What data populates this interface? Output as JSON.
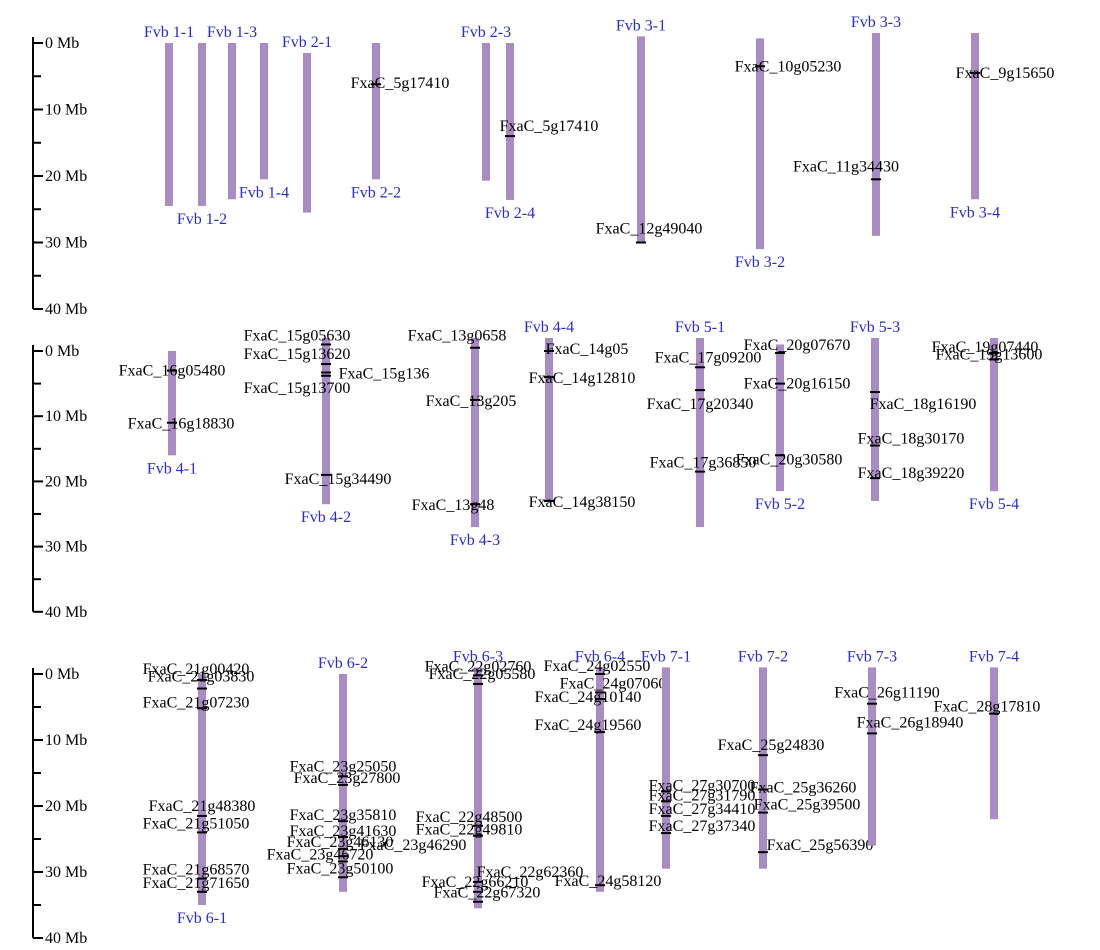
{
  "colors": {
    "chromosome": "#a98cc4",
    "chrom_label": "#2b2bd4",
    "gene_label": "#000000"
  },
  "axis_ticks": [
    "0 Mb",
    "10 Mb",
    "20 Mb",
    "30 Mb",
    "40 Mb"
  ],
  "axis_tick_values": [
    0,
    10,
    20,
    30,
    40
  ],
  "panels": [
    {
      "chromosomes": [
        {
          "name": "Fvb 1-1",
          "label_pos": "top",
          "start": 0,
          "end": 24.5,
          "genes": []
        },
        {
          "name": "Fvb 1-2",
          "label_pos": "bottom",
          "start": 0,
          "end": 24.5,
          "genes": []
        },
        {
          "name": "Fvb 1-3",
          "label_pos": "top",
          "start": 0,
          "end": 23.5,
          "genes": []
        },
        {
          "name": "Fvb 1-4",
          "label_pos": "bottom",
          "start": 0,
          "end": 20.5,
          "genes": []
        },
        {
          "name": "Fvb 2-1",
          "label_pos": "top",
          "start": 1.5,
          "end": 25.5,
          "genes": []
        },
        {
          "name": "Fvb 2-2",
          "label_pos": "bottom",
          "start": 0,
          "end": 20.5,
          "genes": [
            {
              "name": "FxaC_5g17410",
              "pos": 6.2
            }
          ]
        },
        {
          "name": "Fvb 2-3",
          "label_pos": "top",
          "start": 0,
          "end": 20.7,
          "genes": []
        },
        {
          "name": "Fvb 2-4",
          "label_pos": "bottom",
          "start": 0,
          "end": 23.6,
          "genes": [
            {
              "name": "FxaC_5g17410",
              "pos": 14
            }
          ]
        },
        {
          "name": "Fvb 3-1",
          "label_pos": "top",
          "start": -1,
          "end": 30,
          "genes": [
            {
              "name": "FxaC_12g49040",
              "pos": 30
            }
          ]
        },
        {
          "name": "Fvb 3-2",
          "label_pos": "bottom",
          "start": -0.7,
          "end": 31,
          "genes": [
            {
              "name": "FxaC_10g05230",
              "pos": 3.5
            }
          ]
        },
        {
          "name": "Fvb 3-3",
          "label_pos": "top",
          "start": -1.5,
          "end": 29,
          "genes": [
            {
              "name": "FxaC_11g34430",
              "pos": 20.5
            }
          ]
        },
        {
          "name": "Fvb 3-4",
          "label_pos": "bottom",
          "start": -1.5,
          "end": 23.5,
          "genes": [
            {
              "name": "FxaC_9g15650",
              "pos": 4.5
            }
          ]
        }
      ]
    },
    {
      "chromosomes": [
        {
          "name": "Fvb 4-1",
          "label_pos": "bottom",
          "start": 0,
          "end": 16,
          "genes": [
            {
              "name": "FxaC_16g05480",
              "pos": 3
            },
            {
              "name": "FxaC_16g18830",
              "pos": 11
            }
          ]
        },
        {
          "name": "Fvb 4-2",
          "label_pos": "bottom",
          "start": -2,
          "end": 23.5,
          "genes": [
            {
              "name": "FxaC_15g05630",
              "pos": -1
            },
            {
              "name": "FxaC_15g13620",
              "pos": 2
            },
            {
              "name": "FxaC_15g136",
              "pos": 3.3
            },
            {
              "name": "FxaC_15g13700",
              "pos": 3.8
            },
            {
              "name": "FxaC_15g34490",
              "pos": 19
            }
          ]
        },
        {
          "name": "Fvb 4-3",
          "label_pos": "bottom",
          "start": -2,
          "end": 27,
          "genes": [
            {
              "name": "FxaC_13g0658",
              "pos": -0.5
            },
            {
              "name": "FxaC_13g205",
              "pos": 7.5
            },
            {
              "name": "FxaC_13g48",
              "pos": 23.5
            }
          ]
        },
        {
          "name": "Fvb 4-4",
          "label_pos": "top",
          "start": -2,
          "end": 23,
          "genes": [
            {
              "name": "FxaC_14g05",
              "pos": 0
            },
            {
              "name": "FxaC_14g12810",
              "pos": 4
            },
            {
              "name": "FxaC_14g38150",
              "pos": 23
            }
          ]
        },
        {
          "name": "Fvb 5-1",
          "label_pos": "top",
          "start": -2,
          "end": 27,
          "genes": [
            {
              "name": "FxaC_17g09200",
              "pos": 2.5
            },
            {
              "name": "FxaC_17g20340",
              "pos": 6
            },
            {
              "name": "FxaC_17g36850",
              "pos": 18.5
            }
          ]
        },
        {
          "name": "Fvb 5-2",
          "label_pos": "bottom",
          "start": -1,
          "end": 21.5,
          "genes": [
            {
              "name": "FxaC_20g07670",
              "pos": 0.3
            },
            {
              "name": "FxaC_20g16150",
              "pos": 5
            },
            {
              "name": "FxaC_20g30580",
              "pos": 16
            }
          ]
        },
        {
          "name": "Fvb 5-3",
          "label_pos": "top",
          "start": -2,
          "end": 23,
          "genes": [
            {
              "name": "FxaC_18g16190",
              "pos": 6.3
            },
            {
              "name": "FxaC_18g30170",
              "pos": 14.5
            },
            {
              "name": "FxaC_18g39220",
              "pos": 19.5
            }
          ]
        },
        {
          "name": "Fvb 5-4",
          "label_pos": "bottom",
          "start": -2,
          "end": 21.5,
          "genes": [
            {
              "name": "FxaC_19g07440",
              "pos": 0.3
            },
            {
              "name": "FxaC_19g13600",
              "pos": 1.3
            }
          ]
        }
      ]
    },
    {
      "chromosomes": [
        {
          "name": "Fvb 6-1",
          "label_pos": "bottom",
          "start": 0,
          "end": 35,
          "genes": [
            {
              "name": "FxaC_21g00420",
              "pos": 0.9
            },
            {
              "name": "FxaC_21g03830",
              "pos": 2.2
            },
            {
              "name": "FxaC_21g07230",
              "pos": 5.2
            },
            {
              "name": "FxaC_21g48380",
              "pos": 21.5
            },
            {
              "name": "FxaC_21g51050",
              "pos": 24
            },
            {
              "name": "FxaC_21g68570",
              "pos": 31
            },
            {
              "name": "FxaC_21g71650",
              "pos": 33
            }
          ]
        },
        {
          "name": "Fvb 6-2",
          "label_pos": "top",
          "start": 0,
          "end": 33,
          "genes": [
            {
              "name": "FxaC_23g25050",
              "pos": 15.5
            },
            {
              "name": "FxaC_23g27800",
              "pos": 16.8
            },
            {
              "name": "FxaC_23g35810",
              "pos": 22.3
            },
            {
              "name": "FxaC_23g41630",
              "pos": 24.7
            },
            {
              "name": "FxaC_23g46130",
              "pos": 26.5
            },
            {
              "name": "FxaC_23g46290",
              "pos": 27.6
            },
            {
              "name": "FxaC_23g46720",
              "pos": 28.4
            },
            {
              "name": "FxaC_23g50100",
              "pos": 30.8
            }
          ]
        },
        {
          "name": "Fvb 6-3",
          "label_pos": "top",
          "start": -1,
          "end": 35.5,
          "genes": [
            {
              "name": "FxaC_22g02760",
              "pos": 0.2
            },
            {
              "name": "FxaC_22g05580",
              "pos": 1.5
            },
            {
              "name": "FxaC_22g48500",
              "pos": 23
            },
            {
              "name": "FxaC_22g49810",
              "pos": 24.5
            },
            {
              "name": "FxaC_22g62360",
              "pos": 31.5
            },
            {
              "name": "FxaC_22g66210",
              "pos": 33
            },
            {
              "name": "FxaC_22g67320",
              "pos": 34.5
            }
          ]
        },
        {
          "name": "Fvb 6-4",
          "label_pos": "top",
          "start": -1,
          "end": 33,
          "genes": [
            {
              "name": "FxaC_24g02550",
              "pos": 0
            },
            {
              "name": "FxaC_24g07060",
              "pos": 2.8
            },
            {
              "name": "FxaC_24g10140",
              "pos": 3.8
            },
            {
              "name": "FxaC_24g19560",
              "pos": 8.8
            },
            {
              "name": "FxaC_24g58120",
              "pos": 32
            }
          ]
        },
        {
          "name": "Fvb 7-1",
          "label_pos": "top",
          "start": -1,
          "end": 29.5,
          "genes": [
            {
              "name": "FxaC_27g30700",
              "pos": 17.8
            },
            {
              "name": "FxaC_27g31790",
              "pos": 19.3
            },
            {
              "name": "FxaC_27g34410",
              "pos": 21.5
            },
            {
              "name": "FxaC_27g37340",
              "pos": 24.1
            }
          ]
        },
        {
          "name": "Fvb 7-2",
          "label_pos": "top",
          "start": -1,
          "end": 29.5,
          "genes": [
            {
              "name": "FxaC_25g24830",
              "pos": 12.3
            },
            {
              "name": "FxaC_25g36260",
              "pos": 17.5
            },
            {
              "name": "FxaC_25g39500",
              "pos": 21
            },
            {
              "name": "FxaC_25g56390",
              "pos": 27
            }
          ]
        },
        {
          "name": "Fvb 7-3",
          "label_pos": "top",
          "start": -1,
          "end": 26,
          "genes": [
            {
              "name": "FxaC_26g11190",
              "pos": 4.5
            },
            {
              "name": "FxaC_26g18940",
              "pos": 9
            }
          ]
        },
        {
          "name": "Fvb 7-4",
          "label_pos": "top",
          "start": -1,
          "end": 22,
          "genes": [
            {
              "name": "FxaC_28g17810",
              "pos": 6
            }
          ]
        }
      ]
    }
  ]
}
